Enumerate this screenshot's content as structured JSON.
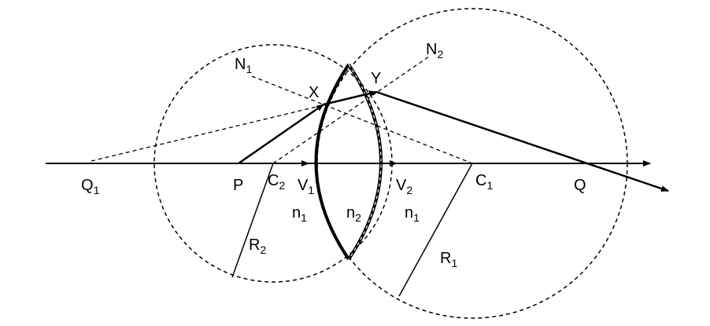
{
  "colors": {
    "line": "#000000",
    "background": "#ffffff"
  },
  "labels": {
    "Q1": {
      "main": "Q",
      "sub": "1"
    },
    "P": {
      "main": "P"
    },
    "C2": {
      "main": "C",
      "sub": "2"
    },
    "V1": {
      "main": "V",
      "sub": "1"
    },
    "V2": {
      "main": "V",
      "sub": "2"
    },
    "C1": {
      "main": "C",
      "sub": "1"
    },
    "Q": {
      "main": "Q"
    },
    "N1": {
      "main": "N",
      "sub": "1"
    },
    "N2": {
      "main": "N",
      "sub": "2"
    },
    "X": {
      "main": "X"
    },
    "Y": {
      "main": "Y"
    },
    "R1": {
      "main": "R",
      "sub": "1"
    },
    "R2": {
      "main": "R",
      "sub": "2"
    },
    "n1_left": {
      "main": "n",
      "sub": "1"
    },
    "n2": {
      "main": "n",
      "sub": "2"
    },
    "n1_right": {
      "main": "n",
      "sub": "1"
    }
  }
}
